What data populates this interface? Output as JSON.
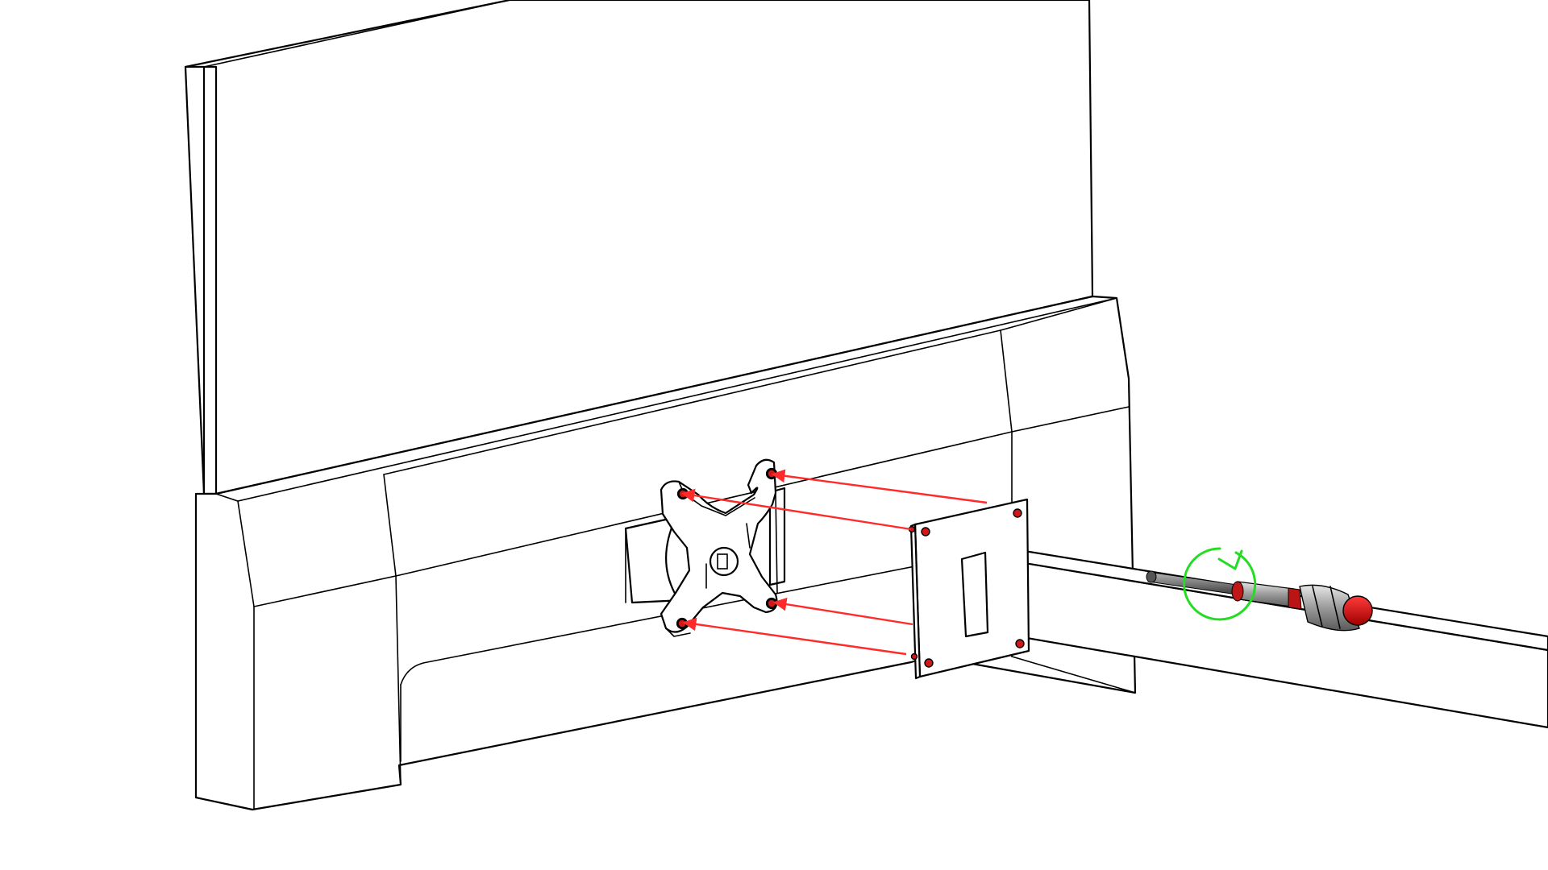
{
  "diagram": {
    "subject": "monitor-vesa-mount-installation",
    "colors": {
      "outline": "#000000",
      "background": "#ffffff",
      "arrow": "#ff2a2a",
      "screw_hole": "#d01818",
      "rotation_indicator": "#22dd22",
      "screwdriver_handle": "#cc1111"
    },
    "parts": [
      {
        "name": "monitor-back",
        "icon": "monitor-outline"
      },
      {
        "name": "vesa-adapter-bracket",
        "icon": "x-shaped-bracket"
      },
      {
        "name": "mount-plate",
        "icon": "square-plate"
      },
      {
        "name": "mounting-arm",
        "icon": "rectangular-bar"
      },
      {
        "name": "screwdriver",
        "icon": "screwdriver-icon"
      },
      {
        "name": "rotation-arrow",
        "icon": "clockwise-arrow-icon",
        "direction": "clockwise"
      }
    ],
    "alignment_arrows": 4,
    "screw_holes_per_part": 4
  }
}
